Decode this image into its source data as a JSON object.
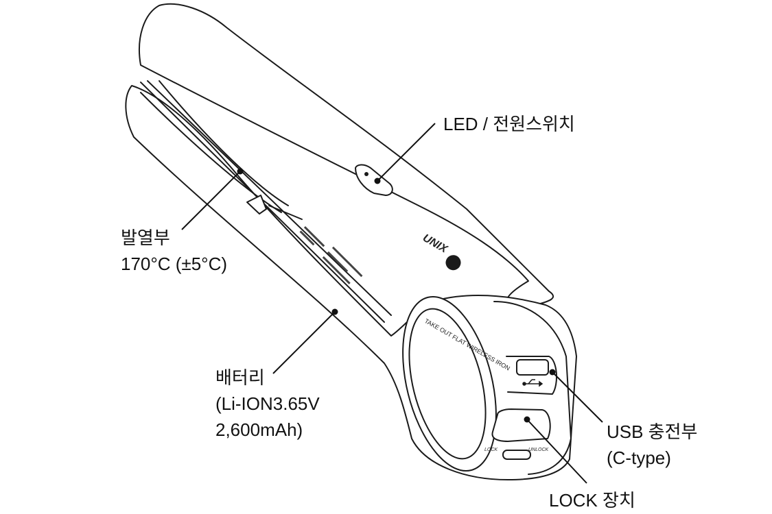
{
  "labels": {
    "led": "LED / 전원스위치",
    "heater_title": "발열부",
    "heater_temp": "170°C (±5°C)",
    "battery_title": "배터리",
    "battery_spec1": "(Li-ION3.65V",
    "battery_spec2": "2,600mAh)",
    "usb_title": "USB 충전부",
    "usb_type": "(C-type)",
    "lock": "LOCK 장치"
  },
  "device": {
    "brand": "UNIX",
    "side_text": "TAKE OUT FLAT WIRELESS IRON",
    "lock_mark": "LOCK",
    "unlock_mark": "UNLOCK",
    "usb_symbol": "⭍"
  },
  "colors": {
    "line": "#1a1a1a",
    "text": "#111111",
    "background": "#ffffff"
  }
}
